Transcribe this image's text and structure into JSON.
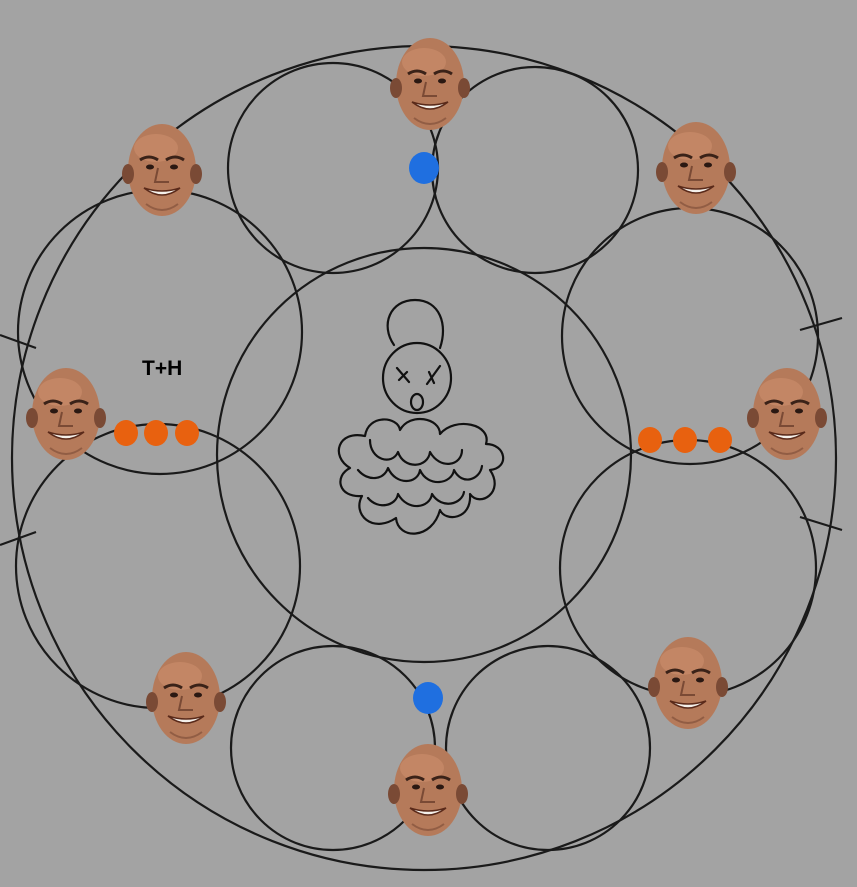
{
  "annotation": {
    "text": "T+H"
  },
  "colors": {
    "background": "#a3a3a3",
    "line": "#1a1a1a",
    "blue_marker": "#1f6fe0",
    "orange_marker": "#e8610f",
    "face_skin": "#b57a5a",
    "face_shadow": "#7a4a35"
  },
  "icons": {
    "player_token": "face-icon",
    "boss": "boss-sketch-icon",
    "blue_marker": "blue-dot-icon",
    "orange_marker": "orange-dot-icon"
  },
  "counts": {
    "player_tokens": 8,
    "blue_markers": 2,
    "orange_marker_groups": 2,
    "orange_markers_per_group": 3
  }
}
